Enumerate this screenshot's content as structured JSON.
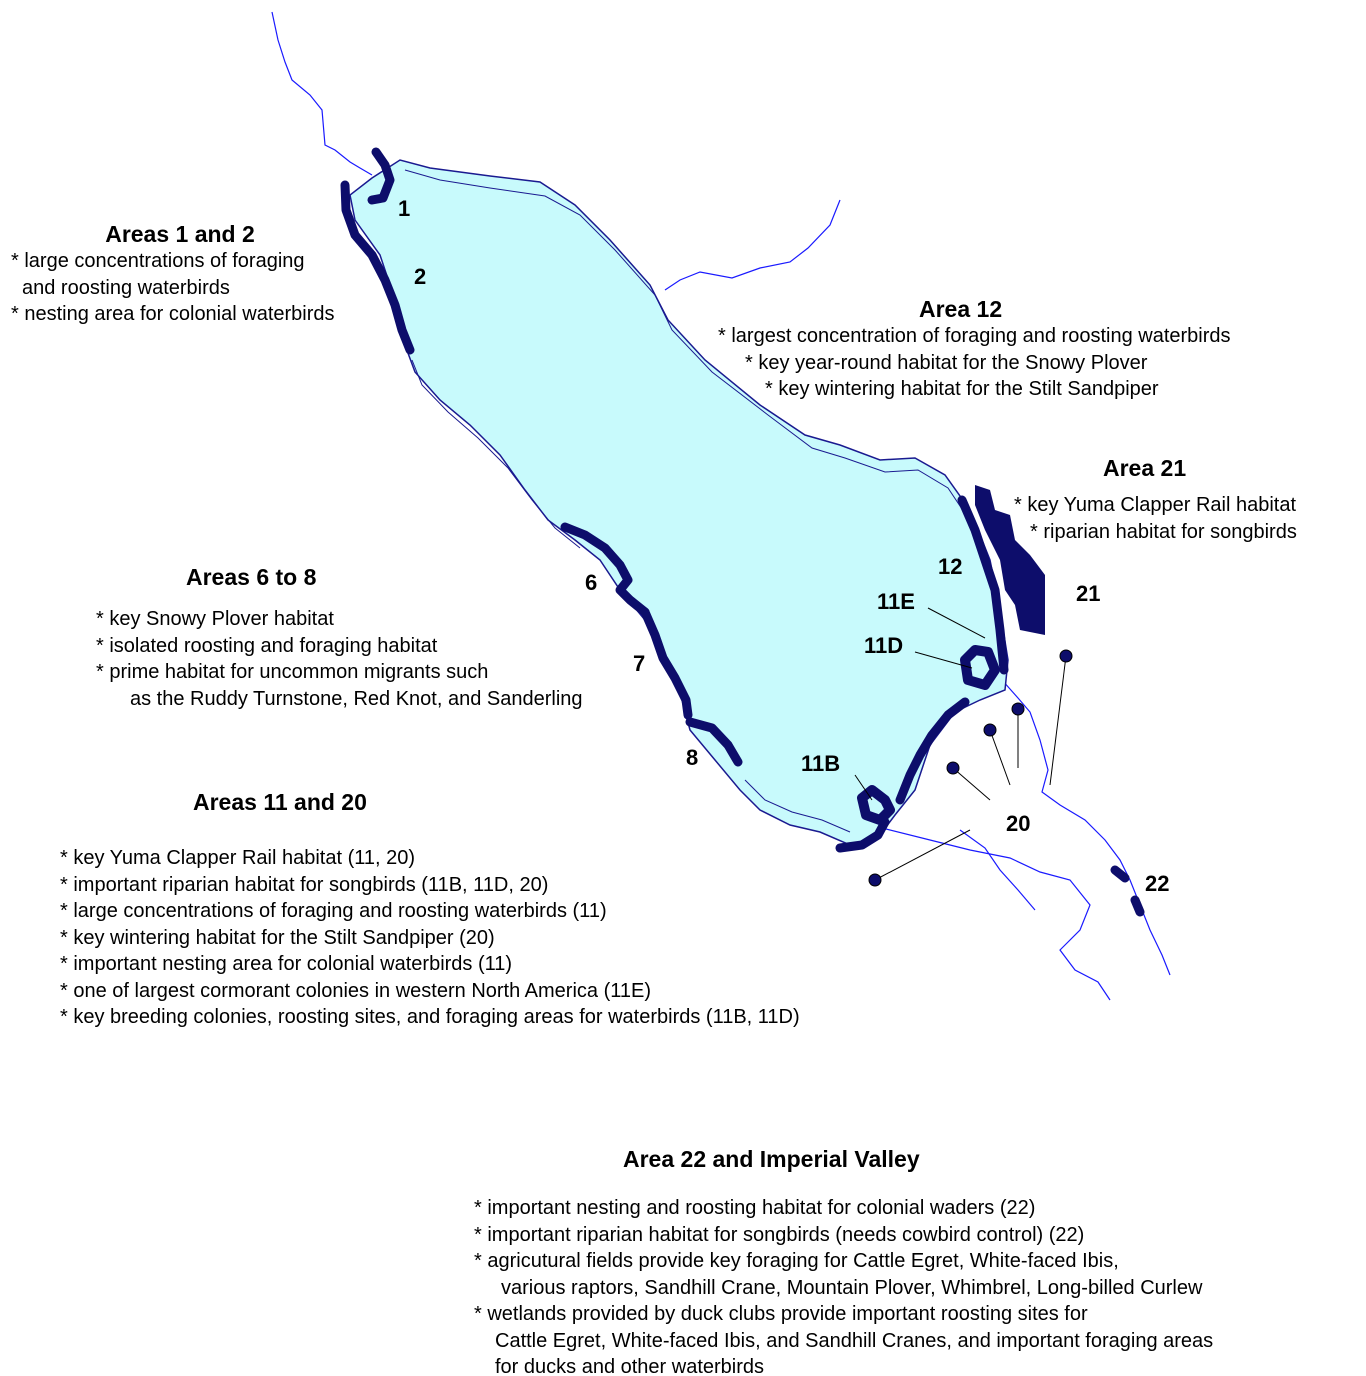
{
  "colors": {
    "water": "#c8fafc",
    "shore_band": "#c8fafc",
    "habitat": "#0d0d6b",
    "river": "#1a1aff",
    "outline": "#1a1a90"
  },
  "map_labels": {
    "a1": "1",
    "a2": "2",
    "a6": "6",
    "a7": "7",
    "a8": "8",
    "a11b": "11B",
    "a11d": "11D",
    "a11e": "11E",
    "a12": "12",
    "a20": "20",
    "a21": "21",
    "a22": "22"
  },
  "blocks": {
    "areas_1_2": {
      "title": "Areas 1 and 2",
      "lines": [
        "* large concentrations of foraging",
        "  and roosting waterbirds",
        "* nesting area for colonial waterbirds"
      ]
    },
    "area_12": {
      "title": "Area 12",
      "lines": [
        "* largest concentration of foraging and roosting waterbirds",
        "* key year-round habitat for the Snowy Plover",
        "* key wintering habitat for the Stilt Sandpiper"
      ]
    },
    "area_21": {
      "title": "Area 21",
      "lines": [
        "* key Yuma Clapper Rail habitat",
        "* riparian habitat for songbirds"
      ]
    },
    "areas_6_8": {
      "title": "Areas 6 to 8",
      "lines": [
        "* key Snowy Plover habitat",
        "* isolated roosting and foraging habitat",
        "* prime habitat for uncommon migrants such",
        "as the Ruddy Turnstone, Red Knot, and Sanderling"
      ]
    },
    "areas_11_20": {
      "title": "Areas 11 and 20",
      "lines": [
        "* key Yuma Clapper Rail habitat (11, 20)",
        "* important riparian habitat for songbirds (11B, 11D, 20)",
        "* large concentrations of foraging and roosting waterbirds (11)",
        "* key wintering habitat for the Stilt Sandpiper (20)",
        "* important nesting area for colonial waterbirds (11)",
        "* one of largest cormorant colonies in western North America (11E)",
        "* key breeding colonies, roosting sites, and foraging areas for waterbirds (11B, 11D)"
      ]
    },
    "area_22": {
      "title": "Area 22 and Imperial Valley",
      "lines": [
        "* important nesting and roosting habitat for colonial waders (22)",
        "* important riparian habitat for songbirds (needs cowbird control) (22)",
        "* agricutural fields provide key foraging for Cattle Egret, White-faced Ibis,",
        "various raptors, Sandhill Crane, Mountain Plover, Whimbrel, Long-billed Curlew",
        "* wetlands provided by duck clubs provide important roosting sites for",
        "Cattle Egret, White-faced Ibis, and Sandhill Cranes, and important foraging areas",
        "for ducks and other waterbirds"
      ]
    }
  }
}
